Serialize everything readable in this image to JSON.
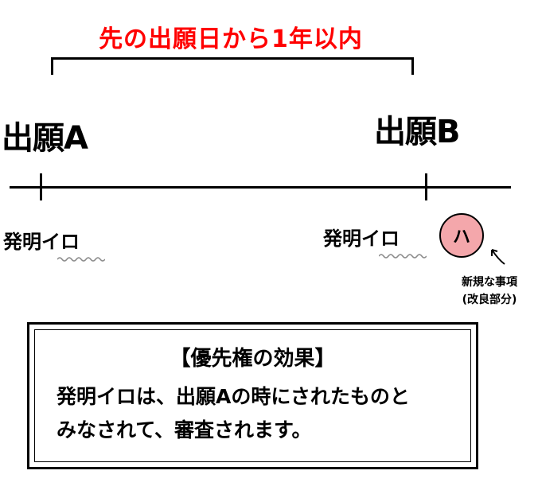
{
  "period_label": "先の出願日から1年以内",
  "applications": {
    "a": {
      "title": "出願A",
      "invention": "発明イロ"
    },
    "b": {
      "title": "出願B",
      "invention": "発明イロ",
      "new_item_mark": "ハ"
    }
  },
  "new_item_note": {
    "line1": "新規な事項",
    "line2": "(改良部分)"
  },
  "effect_box": {
    "title": "【優先権の効果】",
    "line1": "発明イロは、出願Aの時にされたものと",
    "line2": "みなされて、審査されます。"
  },
  "colors": {
    "accent_red": "#ff0000",
    "circle_fill": "#f4a7ab",
    "wavy_underline": "#8a8a8a"
  }
}
